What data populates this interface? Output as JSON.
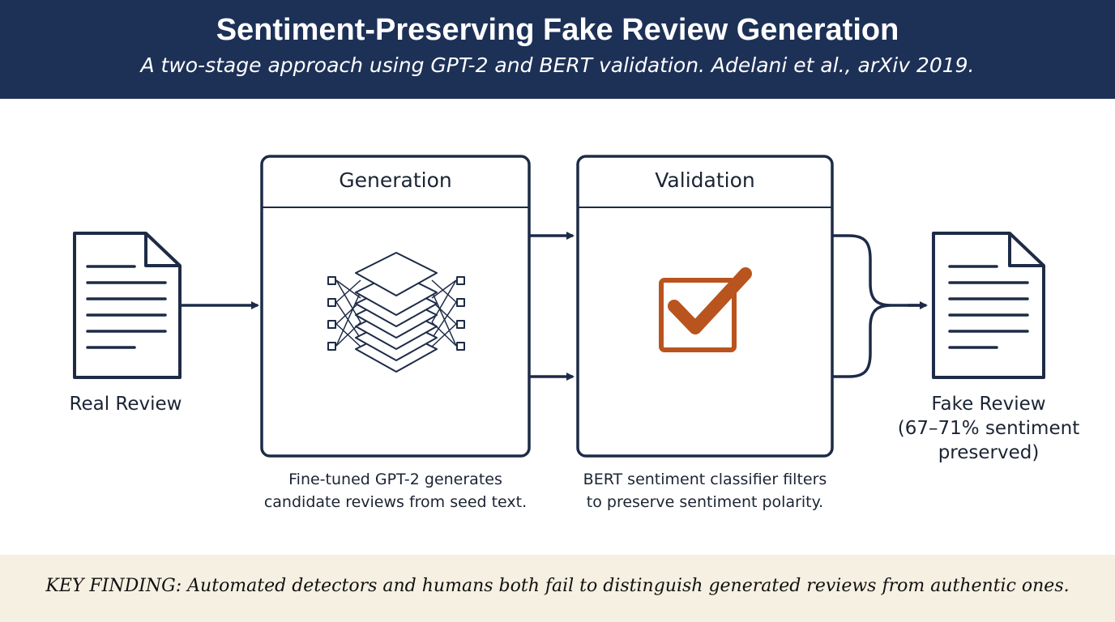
{
  "header": {
    "title": "Sentiment-Preserving Fake Review Generation",
    "subtitle": "A two-stage approach using GPT-2 and BERT validation. Adelani et al., arXiv 2019."
  },
  "input_doc": {
    "label": "Real Review"
  },
  "generation": {
    "title": "Generation",
    "caption_line1": "Fine-tuned GPT-2 generates",
    "caption_line2": "candidate reviews from seed text."
  },
  "validation": {
    "title": "Validation",
    "caption_line1": "BERT sentiment classifier filters",
    "caption_line2": "to preserve sentiment polarity."
  },
  "output_doc": {
    "label_line1": "Fake Review",
    "label_line2": "(67–71% sentiment",
    "label_line3": "preserved)"
  },
  "footer": {
    "key_finding": "KEY FINDING: Automated detectors and humans both fail to distinguish generated reviews from authentic ones."
  },
  "colors": {
    "header_bg": "#1d3157",
    "stroke": "#1d2b47",
    "check": "#b9541f",
    "footer_bg": "#f5f0e1"
  },
  "icons": [
    "document-icon",
    "neural-network-icon",
    "checkbox-check-icon",
    "document-icon"
  ]
}
